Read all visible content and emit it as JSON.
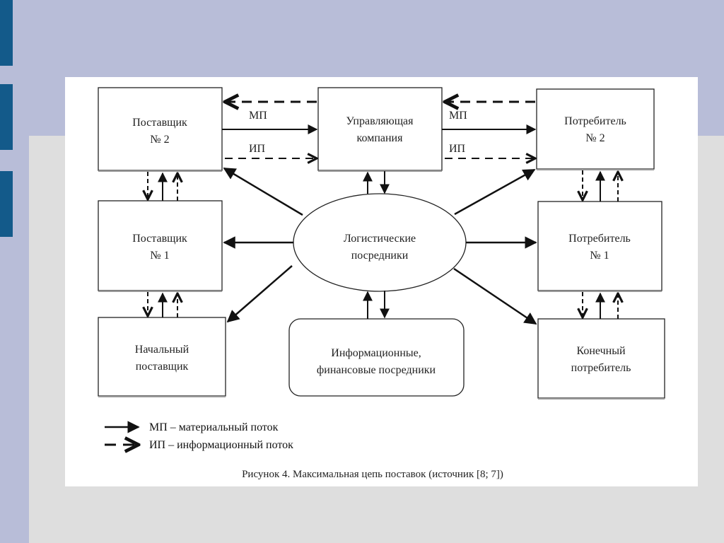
{
  "nodes": {
    "supplier2": [
      "Поставщик",
      "№ 2"
    ],
    "managing_company": [
      "Управляющая",
      "компания"
    ],
    "consumer2": [
      "Потребитель",
      "№ 2"
    ],
    "supplier1": [
      "Поставщик",
      "№ 1"
    ],
    "logistics": [
      "Логистические",
      "посредники"
    ],
    "consumer1": [
      "Потребитель",
      "№ 1"
    ],
    "initial_supplier": [
      "Начальный",
      "поставщик"
    ],
    "info_fin": [
      "Информационные,",
      "финансовые посредники"
    ],
    "final_consumer": [
      "Конечный",
      "потребитель"
    ]
  },
  "edge_labels": {
    "mp": "МП",
    "ip": "ИП"
  },
  "legend": [
    {
      "type": "solid",
      "text": "МП – материальный поток"
    },
    {
      "type": "dashed",
      "text": "ИП – информационный поток"
    }
  ],
  "caption": "Рисунок 4. Максимальная цепь поставок (источник [8; 7])",
  "colors": {
    "slide_bg": "#b8bdd8",
    "panel_bg": "#dedede",
    "accent_bar": "#135a8a",
    "line": "#111111"
  }
}
